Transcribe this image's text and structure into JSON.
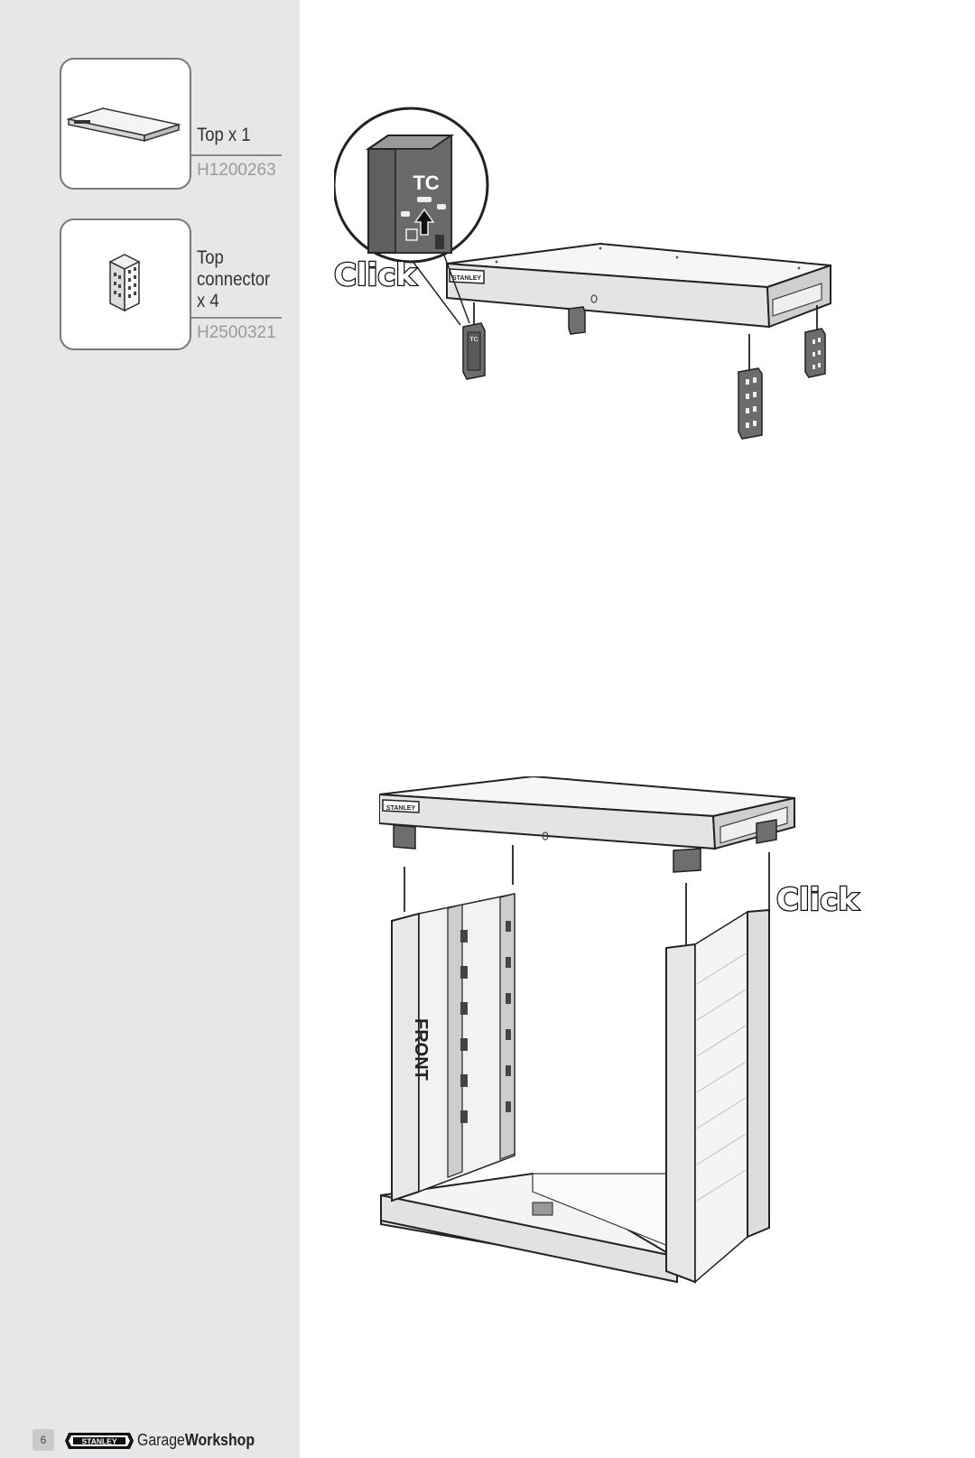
{
  "parts": [
    {
      "name": "Top x 1",
      "code": "H1200263",
      "icon": "top-panel-icon"
    },
    {
      "name_lines": [
        "Top",
        "connector",
        "x 4"
      ],
      "code": "H2500321",
      "icon": "top-connector-icon"
    }
  ],
  "step1": {
    "callout_label": "TC",
    "click_label": "Click",
    "brand_tag": "STANLEY"
  },
  "step2": {
    "click_label": "Click",
    "front_label": "FRONT",
    "brand_tag": "STANLEY"
  },
  "footer": {
    "page_number": "6",
    "brand": "STANLEY",
    "title_light": "Garage",
    "title_bold": "Workshop"
  },
  "colors": {
    "sidebar_bg": "#e6e7e8",
    "line_art": "#222222",
    "connector_fill": "#707070"
  }
}
